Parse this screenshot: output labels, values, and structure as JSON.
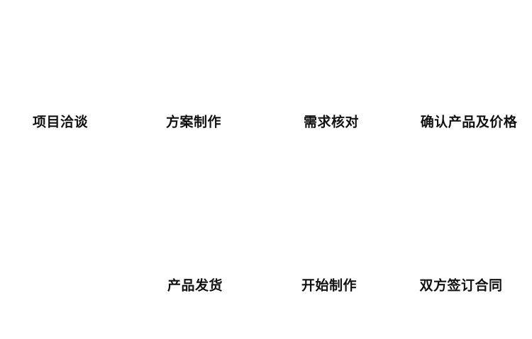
{
  "flow": {
    "top_row": [
      {
        "label": "项目洽谈"
      },
      {
        "label": "方案制作"
      },
      {
        "label": "需求核对"
      },
      {
        "label": "确认产品及价格"
      }
    ],
    "bottom_row": [
      {
        "label": "产品发货"
      },
      {
        "label": "开始制作"
      },
      {
        "label": "双方签订合同"
      }
    ]
  },
  "colors": {
    "background": "#ffffff",
    "text": "#111111"
  }
}
